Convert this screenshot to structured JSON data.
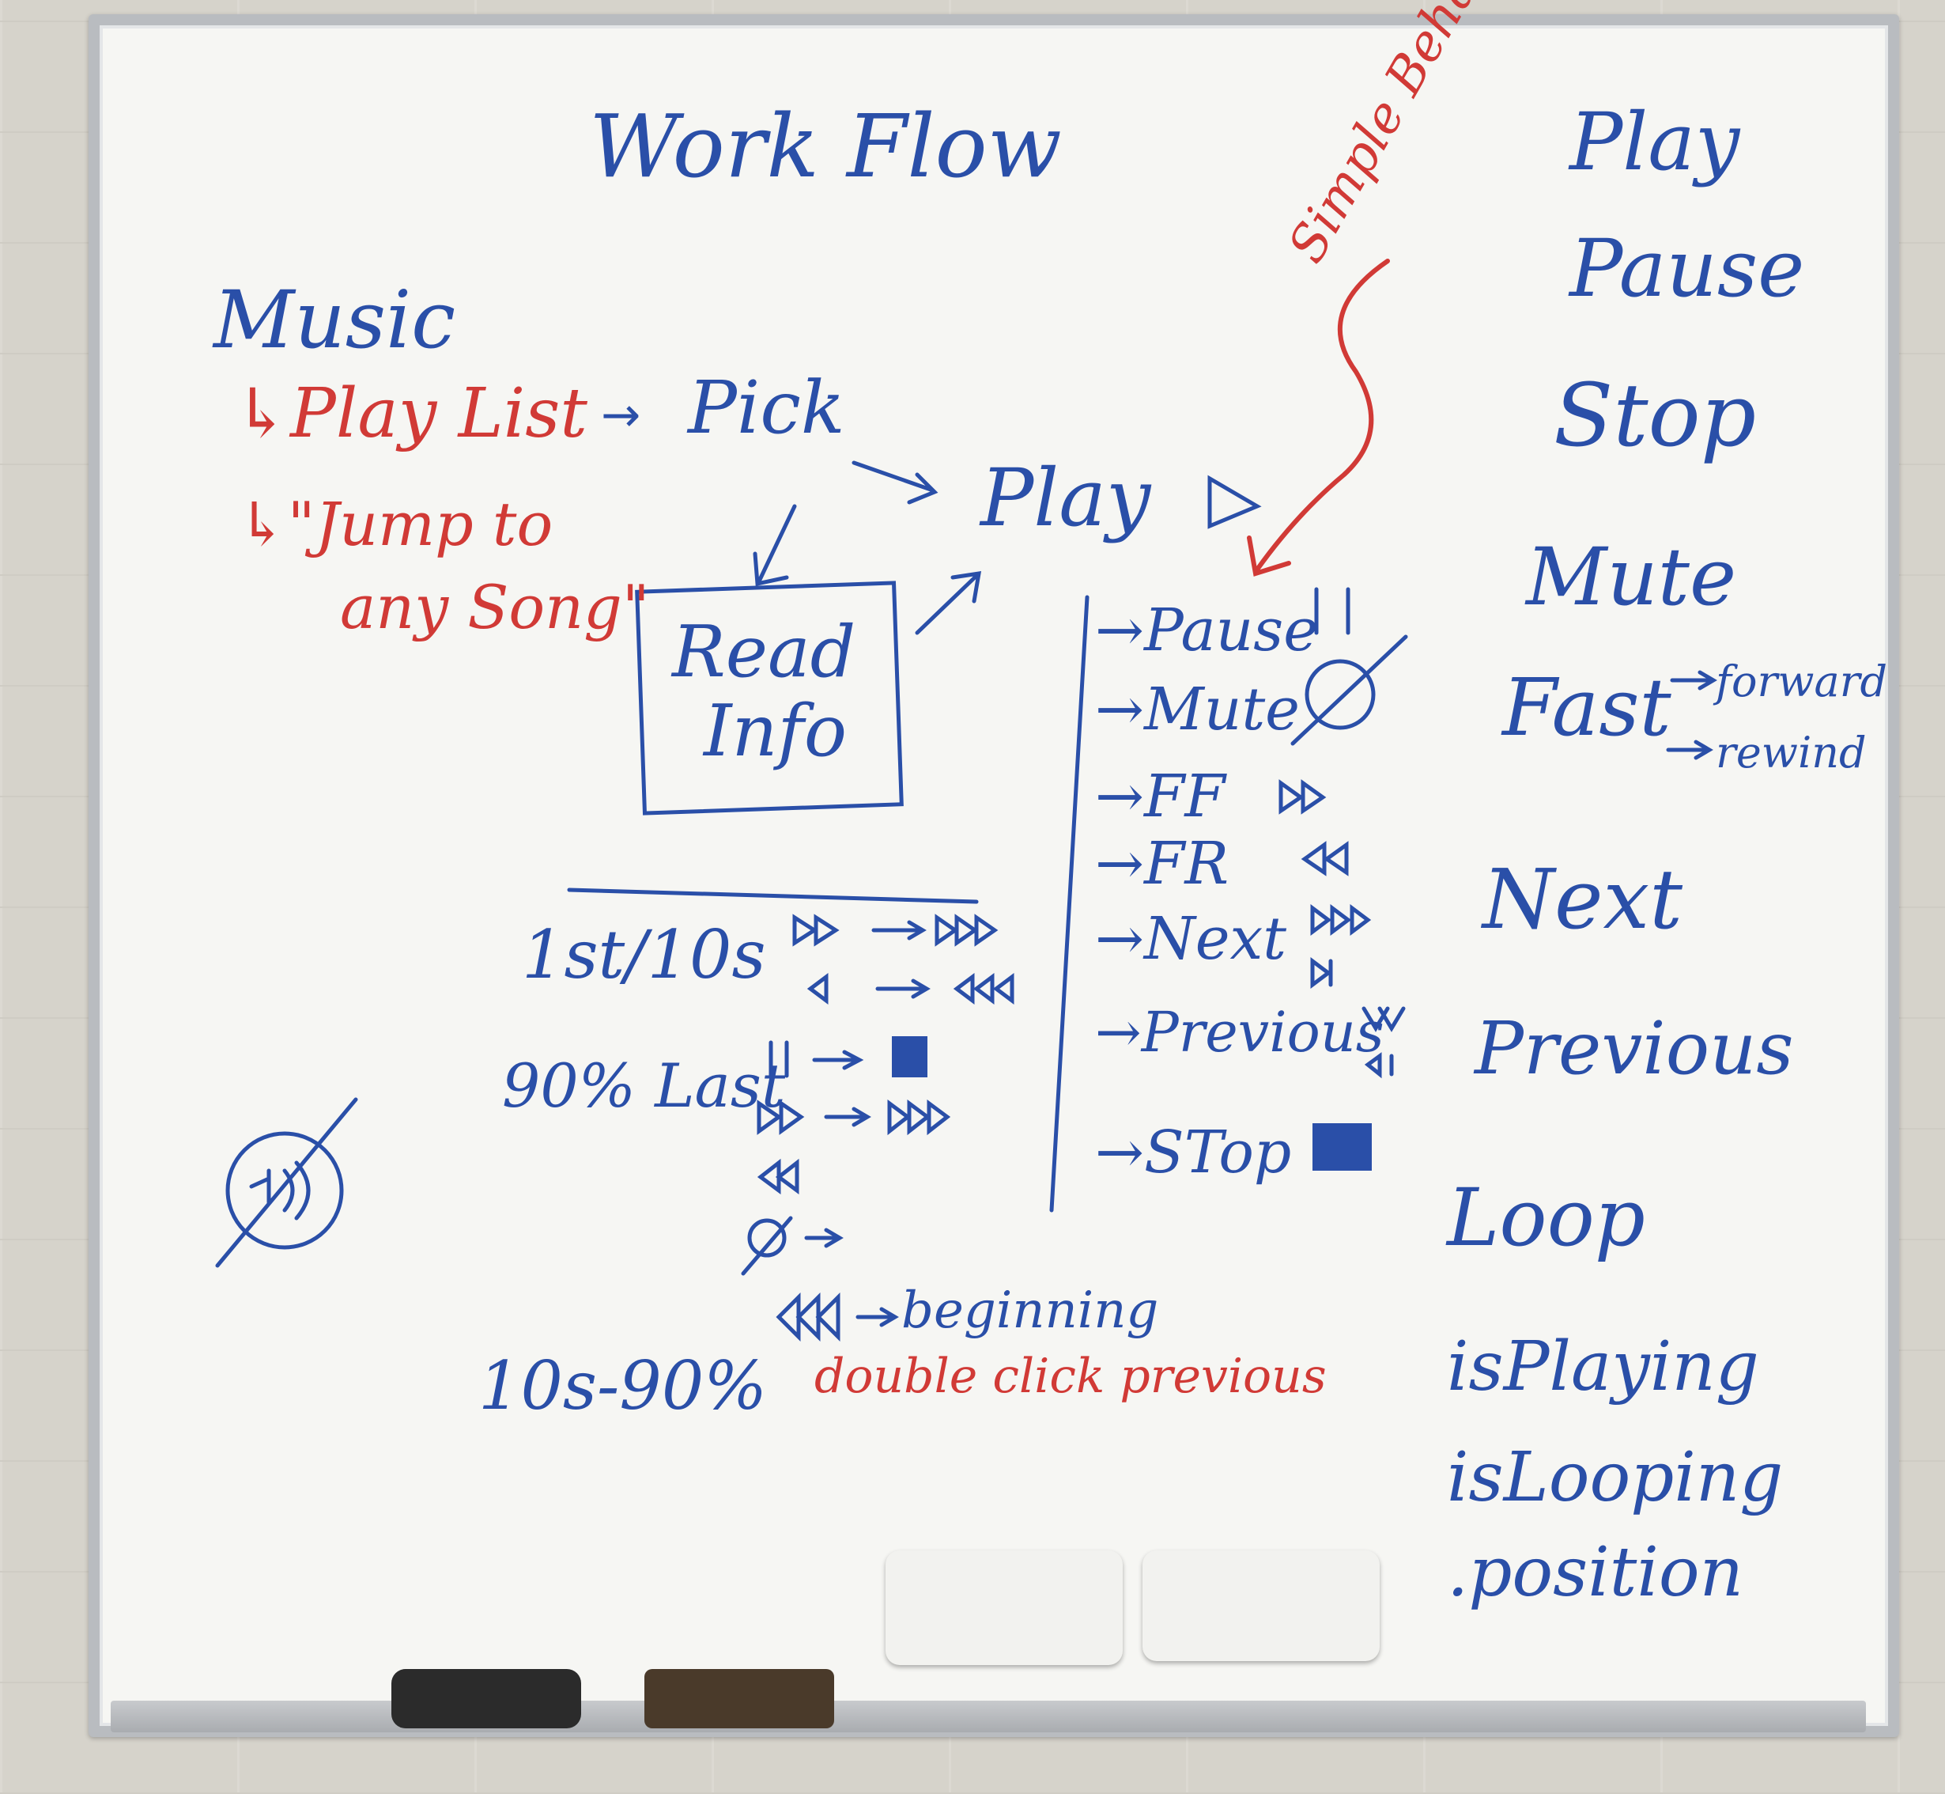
{
  "title": "Work Flow",
  "simple_behaviours": "Simple Behaviours",
  "flow": {
    "music": "Music",
    "playlist": "↳Play List",
    "jump_line1": "↳\"Jump to",
    "jump_line2": "any Song\"",
    "pick": "Pick",
    "play": "Play",
    "read": "Read",
    "info": "Info"
  },
  "behaviours_list": {
    "pause": "Pause",
    "mute": "Mute",
    "ff": "FF",
    "fr": "FR",
    "next": "Next",
    "previous": "Previous",
    "stop": "STop"
  },
  "timing": {
    "first10s": "1st/10s",
    "last90": "90% Last",
    "range": "10s-90%",
    "beginning": "beginning",
    "double_click": "double click previous"
  },
  "right_column": {
    "play": "Play",
    "pause": "Pause",
    "stop": "Stop",
    "mute": "Mute",
    "fast": "Fast",
    "forward": "forward",
    "rewind": "rewind",
    "next": "Next",
    "previous": "Previous",
    "loop": "Loop",
    "is_playing": "isPlaying",
    "is_looping": "isLooping",
    "position": ".position"
  },
  "colors": {
    "marker_blue": "#2a4fa8",
    "marker_red": "#d13a36"
  }
}
